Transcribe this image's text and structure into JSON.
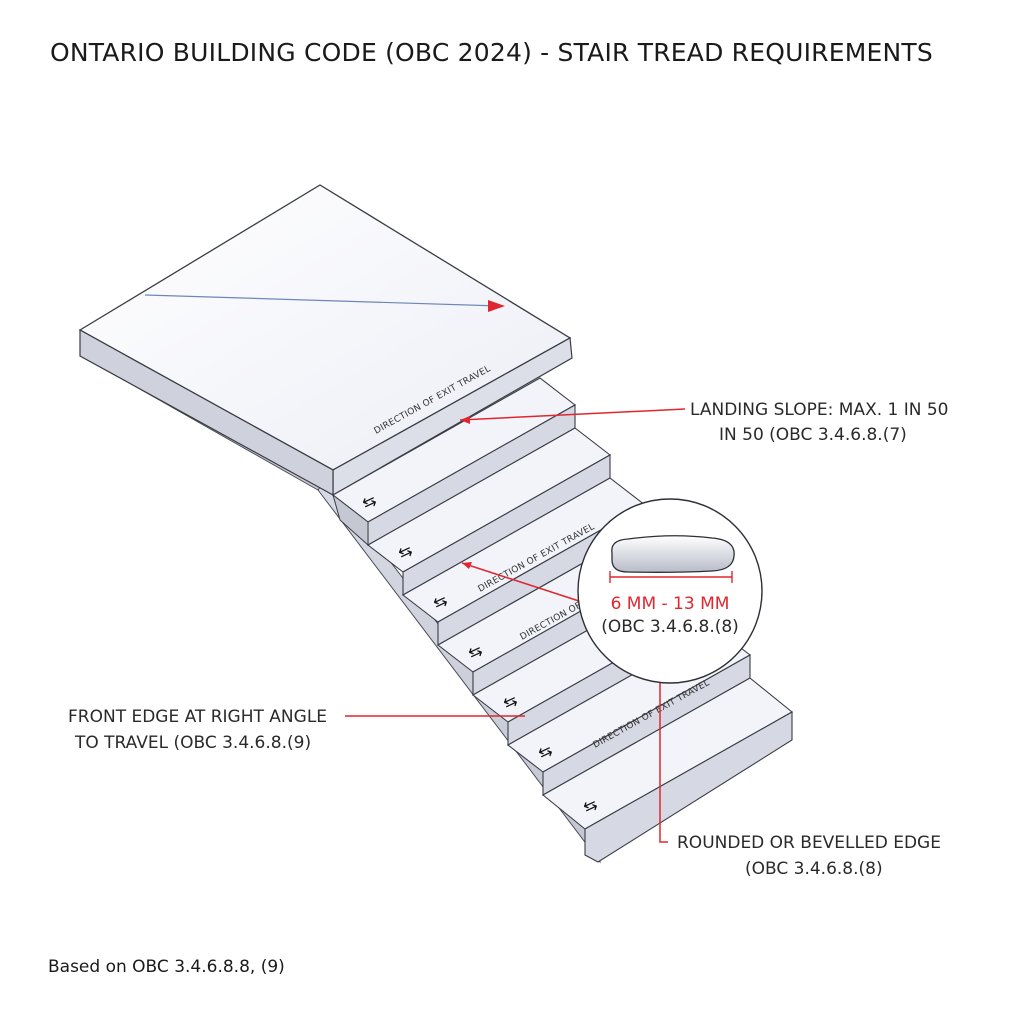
{
  "title": "ONTARIO BUILDING CODE (OBC 2024) - STAIR TREAD REQUIREMENTS",
  "footer": "Based on OBC 3.4.6.8.8, (9)",
  "callouts": {
    "landing_slope": {
      "line1": "LANDING SLOPE: MAX. 1 IN 50",
      "line2": "IN 50 (OBC 3.4.6.8.(7)"
    },
    "front_edge": {
      "line1": "FRONT EDGE AT RIGHT ANGLE",
      "line2": "TO TRAVEL (OBC 3.4.6.8.(9)"
    },
    "rounded_edge": {
      "line1": "ROUNDED OR BEVELLED EDGE",
      "line2": "(OBC 3.4.6.8.(8)"
    },
    "detail": {
      "dimension": "6 MM - 13 MM",
      "reference": "(OBC 3.4.6.8.(8)"
    }
  },
  "tread_labels": {
    "t1": "DIRECTION OF EXIT TRAVEL",
    "t2": "DIRECTION OF EXIT TRAVEL",
    "t3": "DIRECTION OF EXIT TRAVEL",
    "t4": "DIRECTION OF EXIT TRAVEL"
  },
  "colors": {
    "accent": "#e0262e",
    "tread_top": "#f1f3f9",
    "riser": "#d6d9e4",
    "side": "#c5c8d3",
    "outline": "#3a3c44"
  },
  "icons": {
    "landing_arrow": "arrow-right-icon",
    "step_arrow": "double-arrow-icon"
  }
}
